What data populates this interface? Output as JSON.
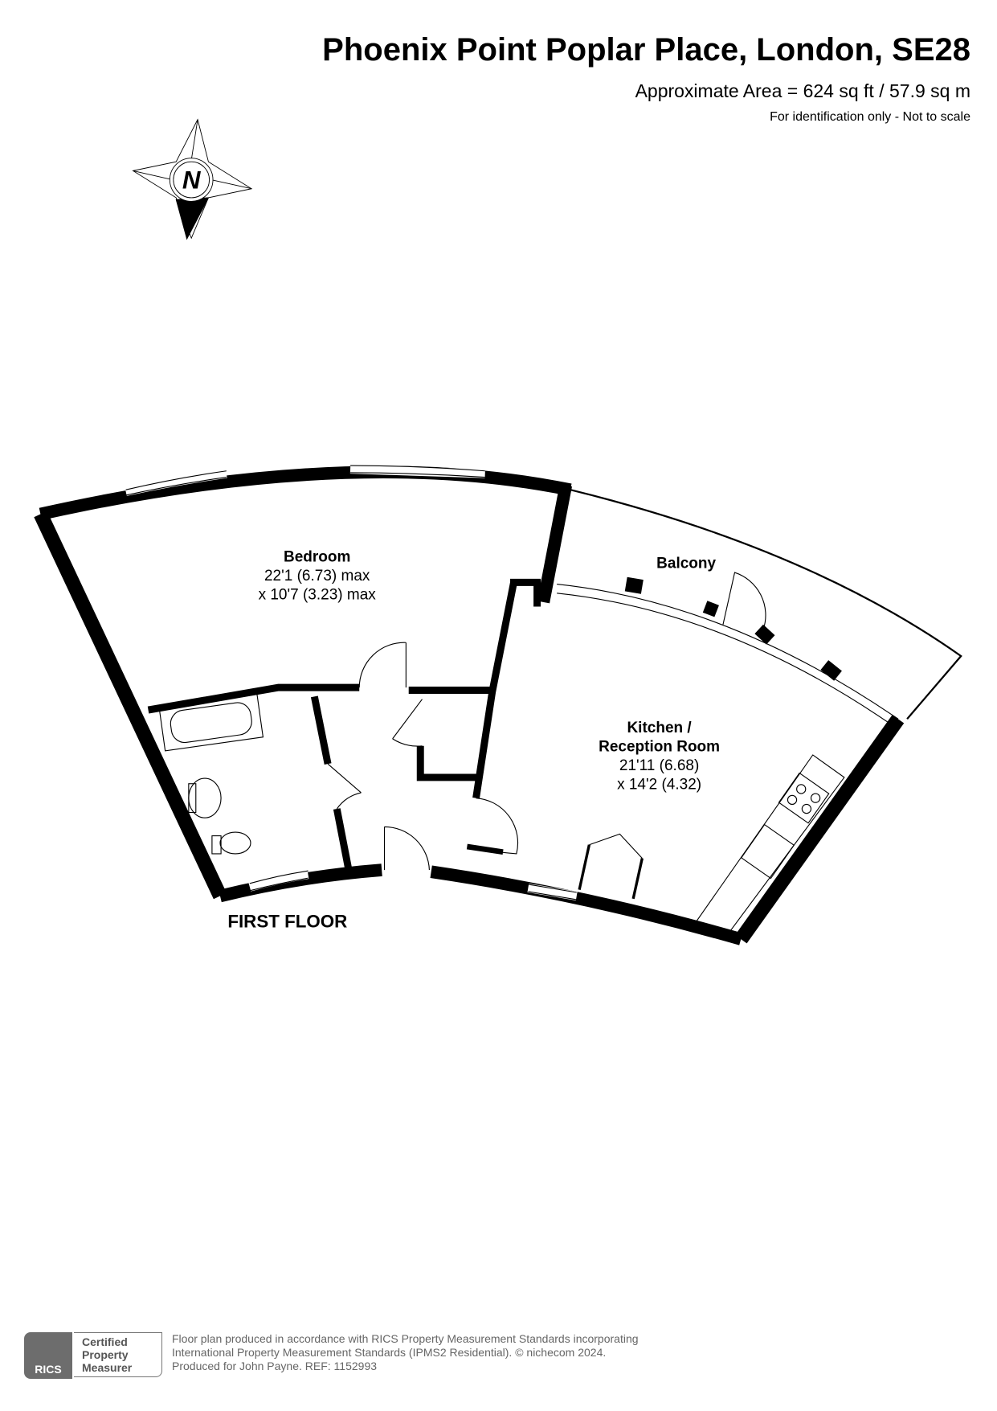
{
  "header": {
    "title": "Phoenix Point Poplar Place, London, SE28",
    "area": "Approximate Area = 624 sq ft / 57.9 sq m",
    "note": "For identification only - Not to scale"
  },
  "compass": {
    "letter": "N"
  },
  "rooms": {
    "bedroom": {
      "name": "Bedroom",
      "dim1": "22'1 (6.73) max",
      "dim2": "x 10'7 (3.23) max"
    },
    "balcony": {
      "name": "Balcony"
    },
    "kitchen": {
      "name1": "Kitchen /",
      "name2": "Reception Room",
      "dim1": "21'11 (6.68)",
      "dim2": "x 14'2 (4.32)"
    }
  },
  "floor_label": "FIRST FLOOR",
  "footer": {
    "rics": "RICS",
    "badge": [
      "Certified",
      "Property",
      "Measurer"
    ],
    "lines": [
      "Floor plan produced in accordance with RICS Property Measurement Standards incorporating",
      "International Property Measurement Standards (IPMS2 Residential).   © nichecom 2024.",
      "Produced for John Payne.   REF:  1152993"
    ]
  }
}
